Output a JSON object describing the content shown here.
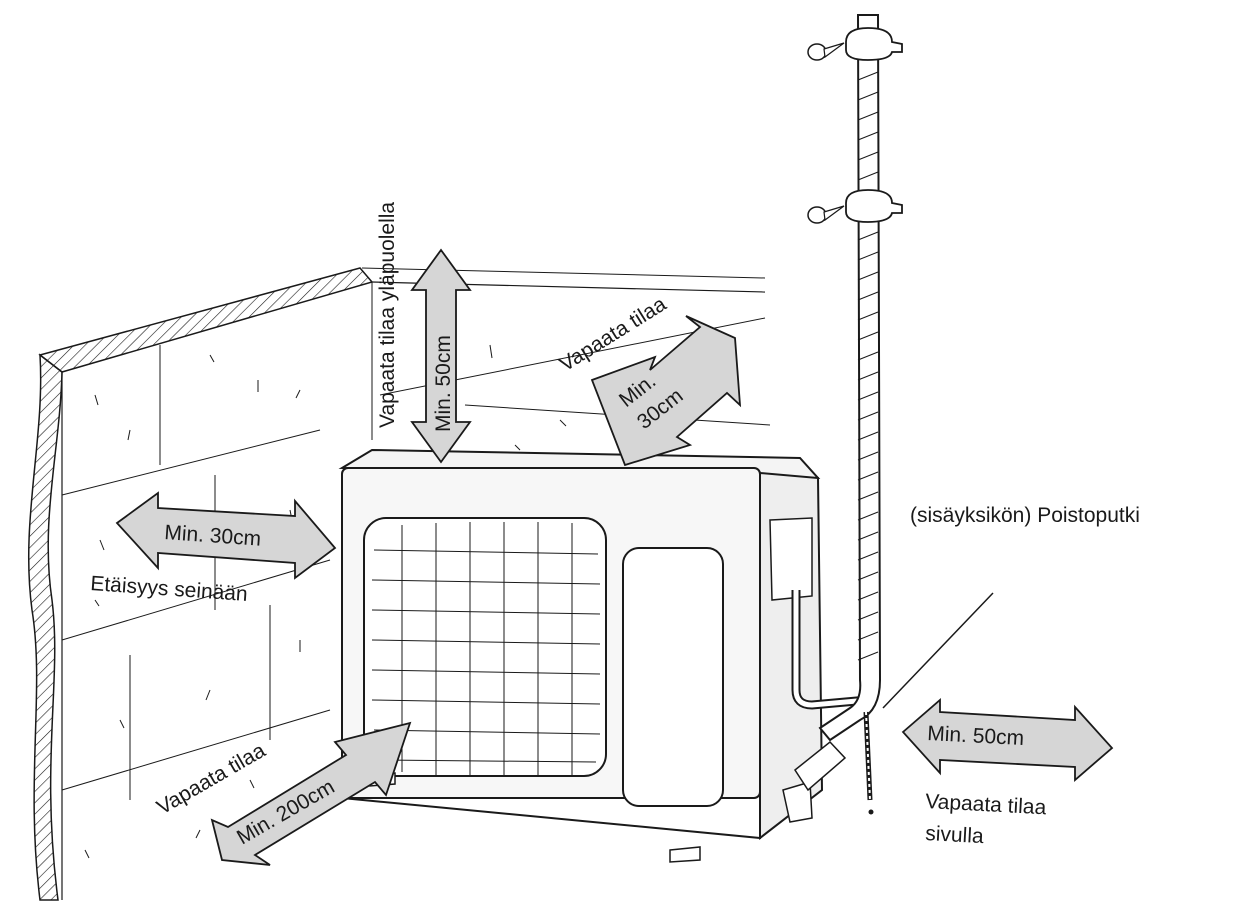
{
  "labels": {
    "top_clearance_title": "Vapaata tilaa yläpuolella",
    "top_clearance_min": "Min. 50cm",
    "rear_clearance_title": "Vapaata tilaa",
    "rear_clearance_min_line1": "Min.",
    "rear_clearance_min_line2": "30cm",
    "wall_distance_min": "Min. 30cm",
    "wall_distance_title": "Etäisyys seinään",
    "front_clearance_title": "Vapaata tilaa",
    "front_clearance_min": "Min. 200cm",
    "drain_pipe": "(sisäyksikön) Poistoputki",
    "side_clearance_min": "Min. 50cm",
    "side_clearance_title_line1": "Vapaata tilaa",
    "side_clearance_title_line2": "sivulla"
  },
  "colors": {
    "line": "#1a1a1a",
    "arrow_fill": "#d6d6d6",
    "unit_fill": "#f4f4f4"
  },
  "icons": {
    "unit": "outdoor-ac-unit",
    "pipe": "insulated-pipe",
    "screw": "screw-icon"
  }
}
